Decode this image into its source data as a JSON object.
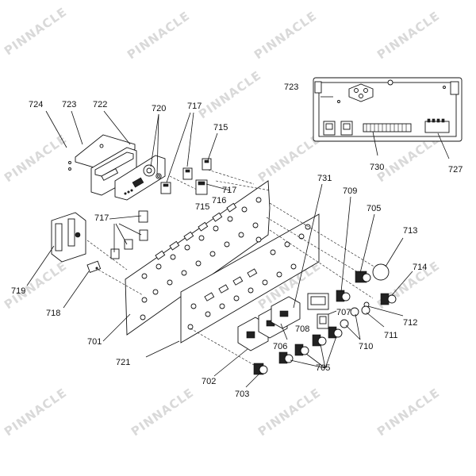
{
  "watermark": {
    "text": "PINNACLE"
  },
  "labels": {
    "l724": "724",
    "l723a": "723",
    "l722": "722",
    "l720": "720",
    "l717a": "717",
    "l715a": "715",
    "l723b": "723",
    "l731": "731",
    "l709": "709",
    "l705a": "705",
    "l713": "713",
    "l717b": "717",
    "l716": "716",
    "l715b": "715",
    "l717c": "717",
    "l719": "719",
    "l714": "714",
    "l718": "718",
    "l707": "707",
    "l712": "712",
    "l708": "708",
    "l711": "711",
    "l701": "701",
    "l706": "706",
    "l710": "710",
    "l705b": "705",
    "l721": "721",
    "l702": "702",
    "l703": "703",
    "l730": "730",
    "l727": "727"
  }
}
